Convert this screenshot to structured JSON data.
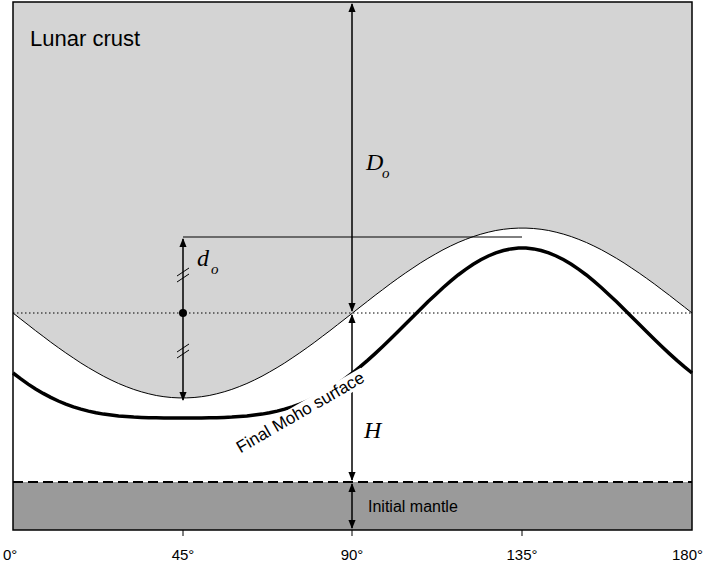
{
  "diagram": {
    "labels": [
      "Lunar crust",
      "D",
      "o",
      "d",
      "o",
      "Final Moho surface",
      "H",
      "Initial mantle",
      "0°",
      "45°",
      "90°",
      "135°",
      "180°"
    ]
  }
}
